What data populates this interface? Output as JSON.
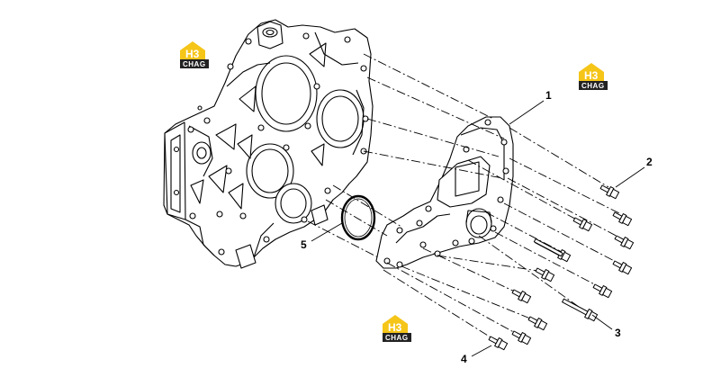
{
  "diagram": {
    "callouts": [
      {
        "id": "c1",
        "label": "1"
      },
      {
        "id": "c2",
        "label": "2"
      },
      {
        "id": "c3",
        "label": "3"
      },
      {
        "id": "c4",
        "label": "4"
      },
      {
        "id": "c5",
        "label": "5"
      }
    ],
    "watermarks": [
      {
        "brand_mark": "H3",
        "brand_text": "CHAG"
      },
      {
        "brand_mark": "H3",
        "brand_text": "CHAG"
      },
      {
        "brand_mark": "H3",
        "brand_text": "CHAG"
      }
    ],
    "colors": {
      "line": "#000000",
      "watermark_yellow": "#f5c518",
      "watermark_dark": "#222222"
    }
  }
}
